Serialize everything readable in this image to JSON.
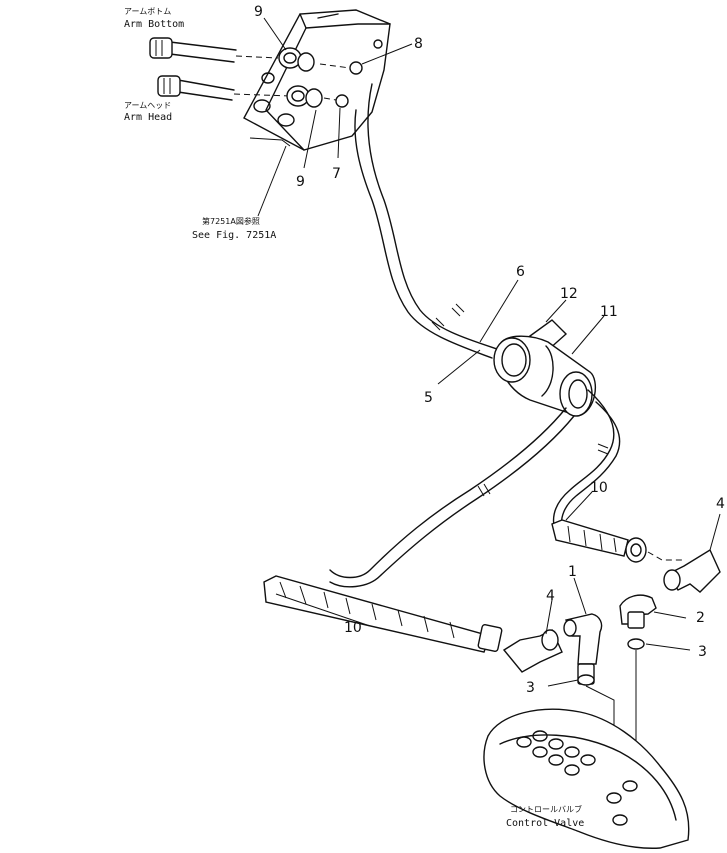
{
  "labels": {
    "arm_bottom_jp": "アームボトム",
    "arm_bottom_en": "Arm  Bottom",
    "arm_head_jp": "アームヘッド",
    "arm_head_en": "Arm  Head",
    "see_fig_jp": "第7251A図参照",
    "see_fig_en": "See Fig. 7251A",
    "control_valve_jp": "コントロールバルブ",
    "control_valve_en": "Control  Valve"
  },
  "callouts": {
    "c9_top": "9",
    "c8": "8",
    "c9_bottom": "9",
    "c7": "7",
    "c6": "6",
    "c12": "12",
    "c11": "11",
    "c5": "5",
    "c10_right": "10",
    "c4_right": "4",
    "c1": "1",
    "c4_left": "4",
    "c2": "2",
    "c10_left": "10",
    "c3_right": "3",
    "c3_left": "3"
  }
}
